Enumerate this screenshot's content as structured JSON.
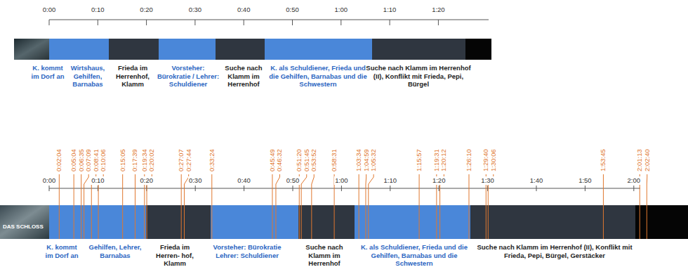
{
  "diagram": {
    "nodes": [
      {
        "text": [
          "K. kommt im Dorf an"
        ]
      },
      {
        "text": [
          "Wirtshaus, Gehilfen, Barnabas"
        ]
      },
      {
        "text": [
          "Frieda im Herrenhof, Klamm"
        ]
      },
      {
        "text": [
          "Vorsteher: Bürokratie / Lehrer: Schuldiener"
        ]
      },
      {
        "text": [
          "Suche nach Klamm im Herrenhof"
        ]
      },
      {
        "text": [
          "K. als Schuldiener, Frieda und die Gehilfen, Barnabas und die Schwestern"
        ]
      },
      {
        "text": [
          "Suche nach Klamm im Herrenhof (II), Konflikt mit Frieda, Pepi, Bürgel"
        ]
      },
      {
        "text": [
          "K. kommt im Dorf an"
        ]
      },
      {
        "text": [
          "Gehilfen, Lehrer, Barnabas"
        ]
      },
      {
        "text": [
          "Frieda im Herren- hof, Klamm"
        ]
      },
      {
        "text": [
          "Vorsteher: Bürokratie Lehrer: Schuldiener"
        ]
      },
      {
        "text": [
          "Suche nach Klamm im Herrenhof"
        ]
      },
      {
        "text": [
          "K. als Schuldiener, Frieda und die Gehilfen, Barnabas und die Schwestern"
        ]
      },
      {
        "text": [
          "Suche nach Klamm im Herrenhof (II), Konflikt mit Frieda, Pepi, Bürgel, Gerstäcker"
        ]
      }
    ],
    "labels": [
      "0:00",
      "0:10",
      "0:20",
      "0:30",
      "0:40",
      "0:50",
      "1:00",
      "1:10",
      "1:20",
      "0:02:04",
      "0:05:04",
      "0:06:35",
      "0:07:09",
      "0:08:41",
      "0:10:06",
      "0:15:05",
      "0:17:39",
      "0:19:34",
      "0:20:02",
      "0:27:07",
      "0:27:44",
      "0:33:24",
      "0:45:49",
      "0:46:32",
      "0:51:20",
      "0:51:45",
      "0:53:52",
      "0:58:31",
      "1:03:34",
      "1:04:59",
      "1:05:32",
      "1:15:57",
      "1:19:31",
      "1:20:12",
      "1:26:10",
      "1:29:40",
      "1:30:06",
      "1:53:45",
      "2:01:13",
      "2:02:40",
      "0:00",
      "0:10",
      "0:20",
      "0:30",
      "0:40",
      "0:50",
      "1:00",
      "1:10",
      "1:20",
      "1:30",
      "1:40",
      "1:50",
      "2:00",
      "DAS SCHLOSS"
    ]
  }
}
